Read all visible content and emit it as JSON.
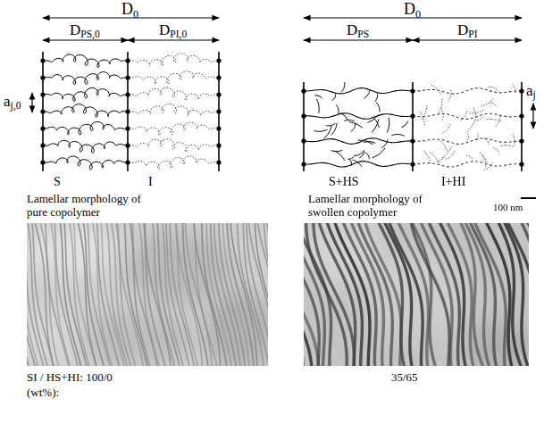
{
  "diagram": {
    "labels": [
      "D0",
      "DPS,0",
      "DPI,0",
      "aj,0",
      "S",
      "I",
      "D0",
      "DPS",
      "DPI",
      "aj",
      "S+HS",
      "I+HI",
      "Lamellar morphology of pure copolymer",
      "Lamellar morphology of swollen copolymer",
      "100 nm",
      "SI / HS+HI: 100/0",
      "(wt%):",
      "35/65"
    ]
  }
}
